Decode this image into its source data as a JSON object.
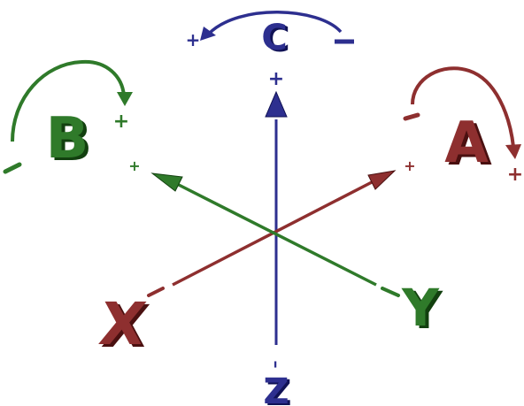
{
  "colors": {
    "red": "#8e2f2f",
    "red_shadow": "#4a1010",
    "green": "#2f7a2a",
    "green_shadow": "#12400f",
    "blue": "#2d2f8f",
    "blue_shadow": "#101255"
  },
  "axes": {
    "x": {
      "letter": "X",
      "plus": "+",
      "minus": "–"
    },
    "y": {
      "letter": "Y",
      "plus": "+",
      "minus": "–"
    },
    "z": {
      "letter": "Z",
      "plus": "+",
      "minus": "–"
    }
  },
  "rotations": {
    "a": {
      "letter": "A",
      "plus": "+",
      "minus": "–"
    },
    "b": {
      "letter": "B",
      "plus": "+",
      "minus": "–"
    },
    "c": {
      "letter": "C",
      "plus": "+",
      "minus": "–"
    }
  }
}
